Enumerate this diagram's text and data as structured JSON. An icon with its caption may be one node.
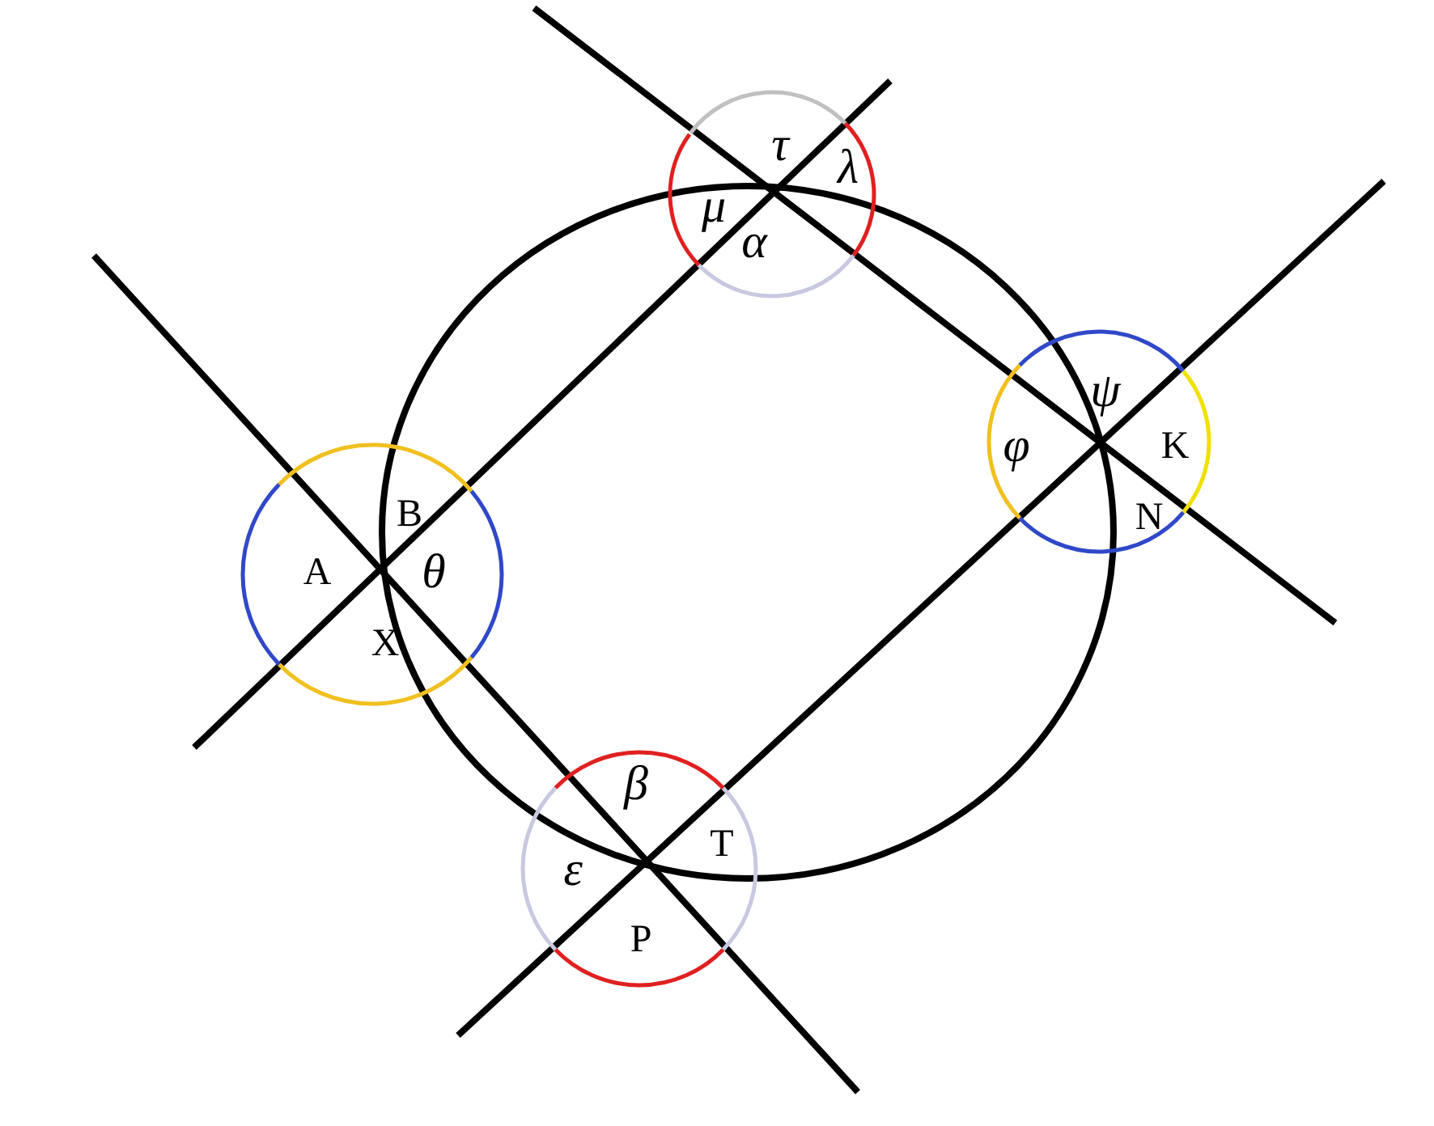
{
  "diagram": {
    "labels": [
      "τ",
      "λ",
      "μ",
      "α",
      "ψ",
      "φ",
      "K",
      "B",
      "N",
      "A",
      "θ",
      "X",
      "β",
      "ε",
      "T",
      "P"
    ]
  }
}
